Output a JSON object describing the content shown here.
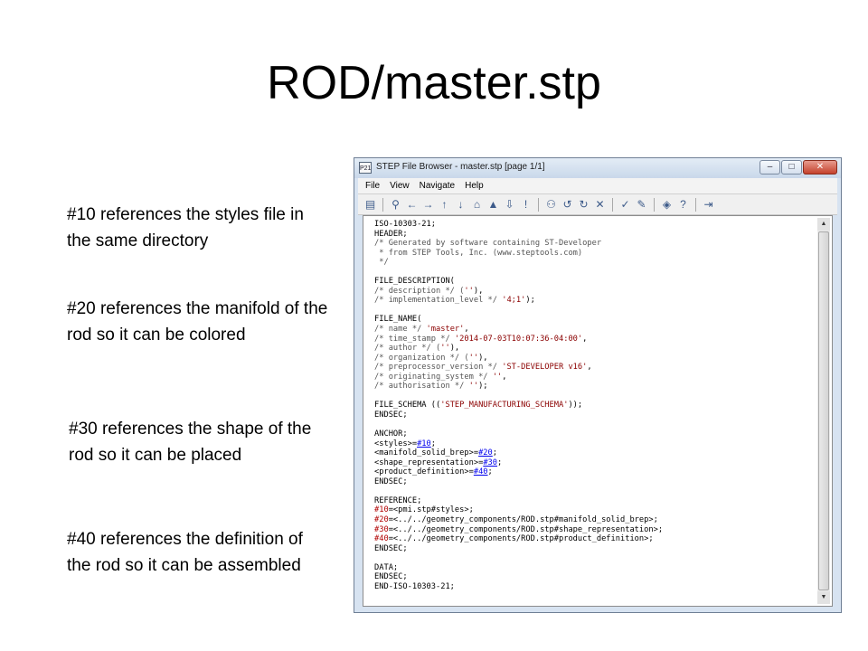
{
  "slide": {
    "title": "ROD/master.stp",
    "notes": {
      "n10": "#10 references the styles file in the same directory",
      "n20": "#20 references the manifold of the rod so it can be colored",
      "n30": "#30 references the shape of the rod so it can be placed",
      "n40": "#40 references the definition of the rod so it can be assembled"
    }
  },
  "window": {
    "icon_label": "P21",
    "title": "STEP File Browser - master.stp [page 1/1]",
    "controls": {
      "minimize": "–",
      "maximize": "□",
      "close": "✕"
    },
    "menu": {
      "file": "File",
      "view": "View",
      "navigate": "Navigate",
      "help": "Help"
    },
    "toolbar_icons": [
      "open-icon",
      "bookmark-icon",
      "back-icon",
      "forward-icon",
      "up-icon",
      "down-icon",
      "home-icon",
      "bookmark-add-icon",
      "download-icon",
      "info-icon",
      "find-icon",
      "search-next-icon",
      "search-previous-icon",
      "clear-search-icon",
      "check-icon",
      "edit-icon",
      "style-icon",
      "help-icon",
      "exit-icon"
    ],
    "toolbar_glyphs": [
      "▤",
      "⚲",
      "←",
      "→",
      "↑",
      "↓",
      "⌂",
      "▲",
      "⇩",
      "!",
      "⚇",
      "↺",
      "↻",
      "✕",
      "✓",
      "✎",
      "◈",
      "?",
      "⇥"
    ]
  },
  "code": {
    "l1": "ISO-10303-21;",
    "l2": "HEADER;",
    "l3": "/* Generated by software containing ST-Developer",
    "l4": " * from STEP Tools, Inc. (www.steptools.com)",
    "l5": " */",
    "l6": "FILE_DESCRIPTION(",
    "l7a": "/* description */ (",
    "l7b": "''",
    "l7c": "),",
    "l8a": "/* implementation_level */ ",
    "l8b": "'4;1'",
    "l8c": ");",
    "l9": "FILE_NAME(",
    "l10a": "/* name */ ",
    "l10b": "'master'",
    "l10c": ",",
    "l11a": "/* time_stamp */ ",
    "l11b": "'2014-07-03T10:07:36-04:00'",
    "l11c": ",",
    "l12a": "/* author */ (",
    "l12b": "''",
    "l12c": "),",
    "l13a": "/* organization */ (",
    "l13b": "''",
    "l13c": "),",
    "l14a": "/* preprocessor_version */ ",
    "l14b": "'ST-DEVELOPER v16'",
    "l14c": ",",
    "l15a": "/* originating_system */ ",
    "l15b": "''",
    "l15c": ",",
    "l16a": "/* authorisation */ ",
    "l16b": "''",
    "l16c": ");",
    "l17a": "FILE_SCHEMA ((",
    "l17b": "'STEP_MANUFACTURING_SCHEMA'",
    "l17c": "));",
    "l18": "ENDSEC;",
    "l19": "ANCHOR;",
    "l20a": "<styles>=",
    "l20b": "#10",
    "l20c": ";",
    "l21a": "<manifold_solid_brep>=",
    "l21b": "#20",
    "l21c": ";",
    "l22a": "<shape_representation>=",
    "l22b": "#30",
    "l22c": ";",
    "l23a": "<product_definition>=",
    "l23b": "#40",
    "l23c": ";",
    "l24": "ENDSEC;",
    "l25": "REFERENCE;",
    "l26a": "#10",
    "l26b": "=<pmi.stp#styles>;",
    "l27a": "#20",
    "l27b": "=<../../geometry_components/ROD.stp#manifold_solid_brep>;",
    "l28a": "#30",
    "l28b": "=<../../geometry_components/ROD.stp#shape_representation>;",
    "l29a": "#40",
    "l29b": "=<../../geometry_components/ROD.stp#product_definition>;",
    "l30": "ENDSEC;",
    "l31": "DATA;",
    "l32": "ENDSEC;",
    "l33": "END-ISO-10303-21;"
  }
}
